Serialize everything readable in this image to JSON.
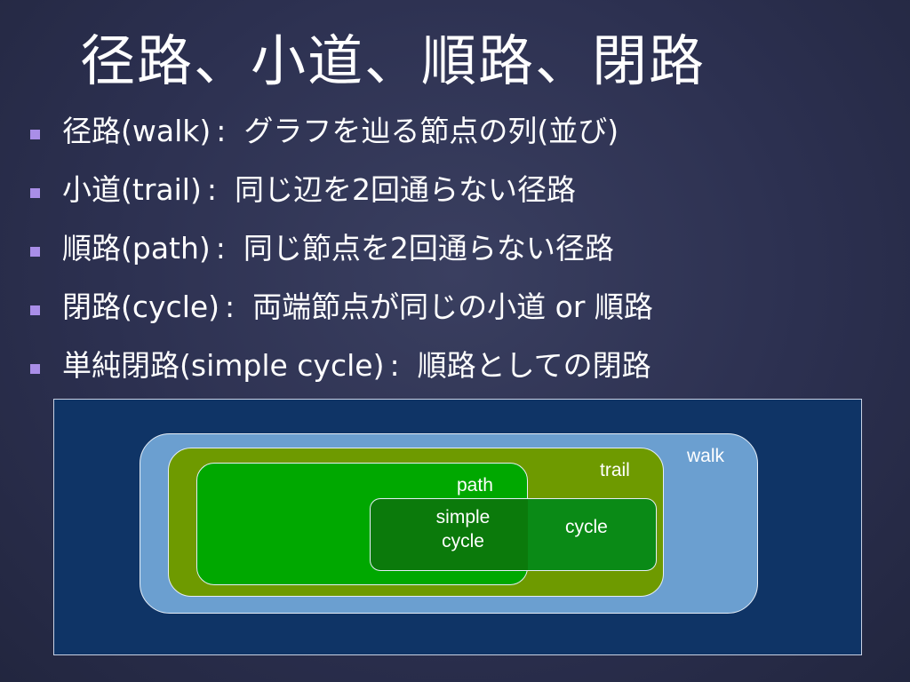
{
  "title": "径路、小道、順路、閉路",
  "bullets": [
    {
      "term": "径路(walk)",
      "colon": ":",
      "definition": "グラフを辿る節点の列(並び)"
    },
    {
      "term": "小道(trail)",
      "colon": ":",
      "definition": "同じ辺を2回通らない径路"
    },
    {
      "term": "順路(path)",
      "colon": ":",
      "definition": "同じ節点を2回通らない径路"
    },
    {
      "term": "閉路(cycle)",
      "colon": ":",
      "definition": "両端節点が同じの小道 or 順路"
    },
    {
      "term": "単純閉路(simple cycle)",
      "colon": ":",
      "definition": "順路としての閉路"
    }
  ],
  "diagram": {
    "labels": {
      "walk": "walk",
      "trail": "trail",
      "path": "path",
      "cycle": "cycle",
      "simple_cycle_line1": "simple",
      "simple_cycle_line2": "cycle"
    },
    "colors": {
      "background": "#0f3466",
      "walk": "#6b9fd0",
      "trail": "#6e9a00",
      "path": "#00a800",
      "cycle": "#0a8a16",
      "simple_cycle": "#0b7a0b"
    }
  }
}
